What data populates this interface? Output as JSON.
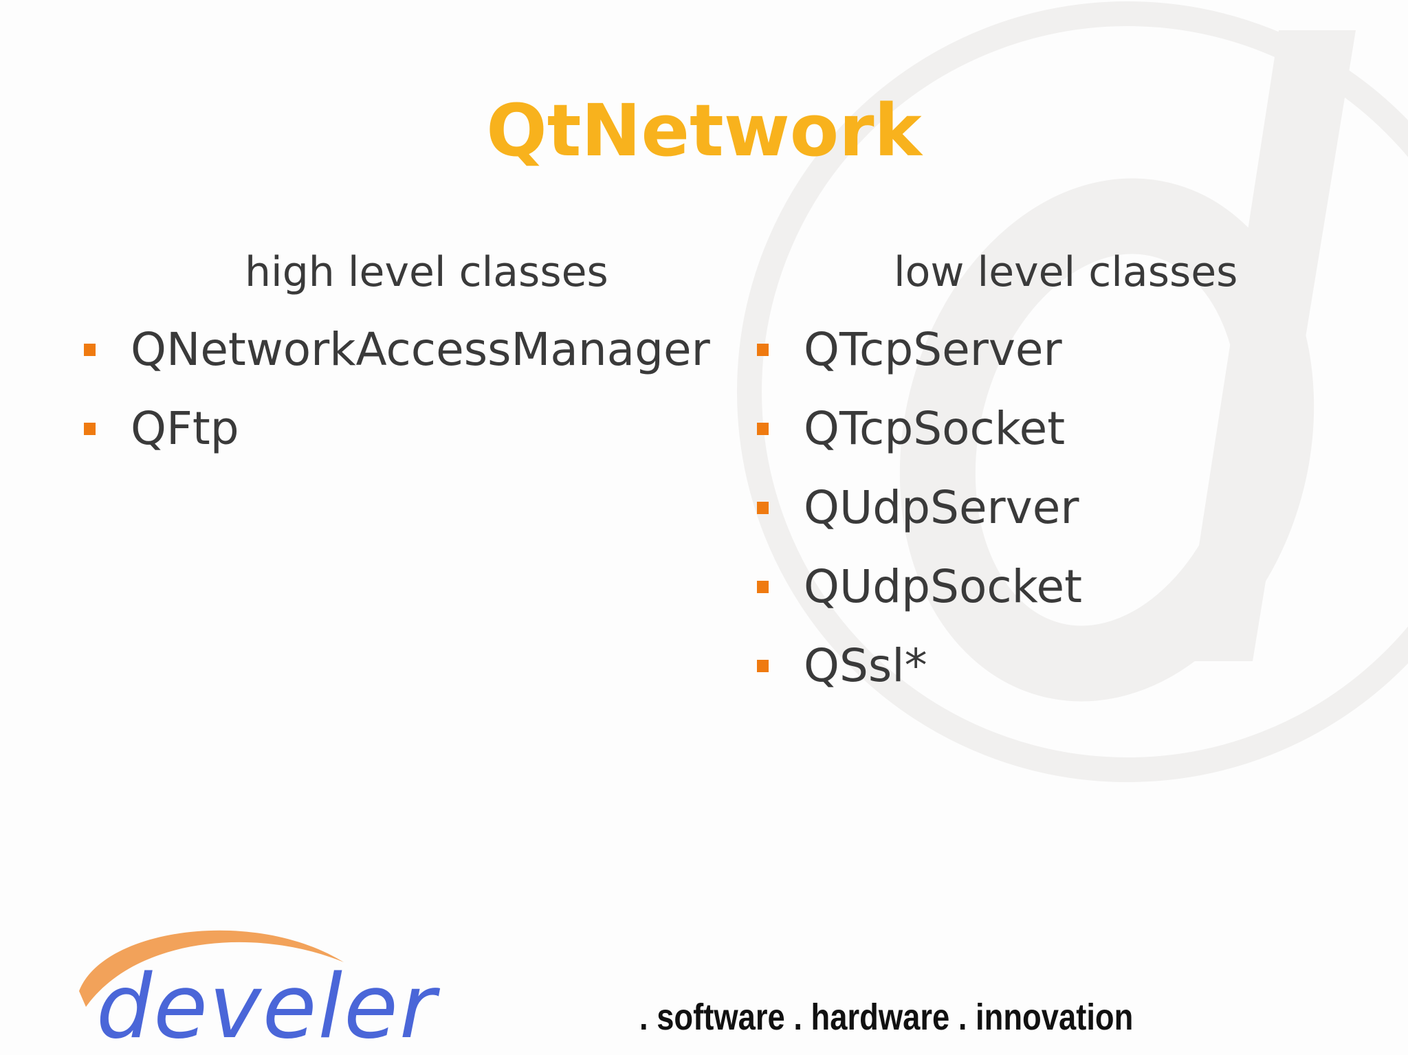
{
  "slide": {
    "title": "QtNetwork",
    "columns": [
      {
        "heading": "high level classes",
        "items": [
          "QNetworkAccessManager",
          "QFtp"
        ]
      },
      {
        "heading": "low level classes",
        "items": [
          "QTcpServer",
          "QTcpSocket",
          "QUdpServer",
          "QUdpSocket",
          "QSsl*"
        ]
      }
    ]
  },
  "footer": {
    "logo_text": "develer",
    "tagline": ". software  . hardware  . innovation"
  },
  "colors": {
    "title": "#f8b21d",
    "bullet": "#ef7a10",
    "text": "#3a3a3a",
    "logo_blue": "#4a66d8",
    "logo_swoosh": "#f2a25a",
    "watermark": "#f1f0ef"
  },
  "icons": {
    "bullet": "square-bullet-icon",
    "watermark": "at-sign-watermark-icon",
    "logo": "develer-logo"
  }
}
